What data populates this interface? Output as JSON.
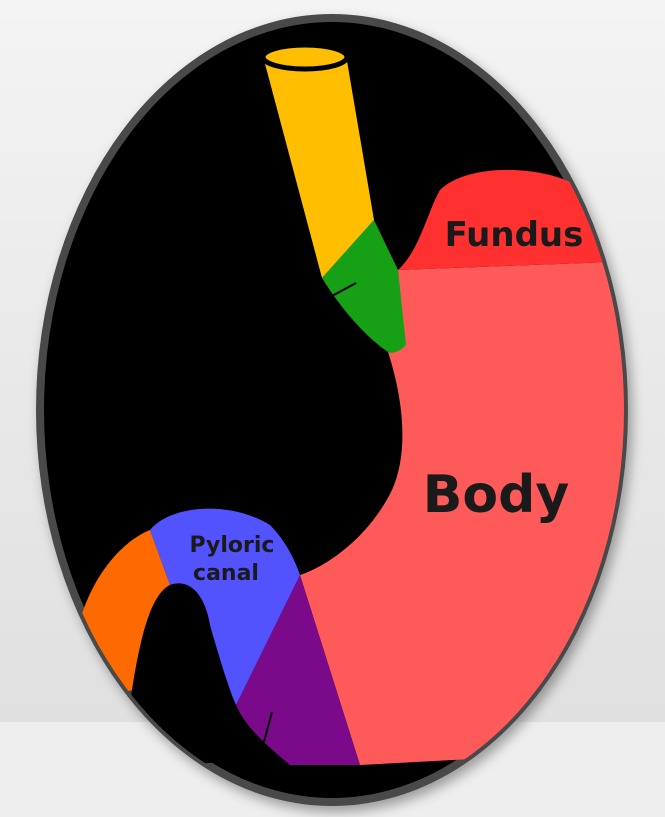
{
  "labels": {
    "fundus": "Fundus",
    "body": "Body",
    "pyloric_canal_line1": "Pyloric",
    "pyloric_canal_line2": "canal"
  },
  "colors": {
    "background_oval": "#000000",
    "oval_border": "#4a4a4a",
    "esophagus": "#ffbf00",
    "cardia": "#16a016",
    "fundus": "#ff3a3a",
    "body": "#ff5a5a",
    "pyloric_antrum": "#7a0a8a",
    "pyloric_canal": "#5252ff",
    "duodenum": "#ff6a00",
    "label_text": "#1a1a1a"
  }
}
